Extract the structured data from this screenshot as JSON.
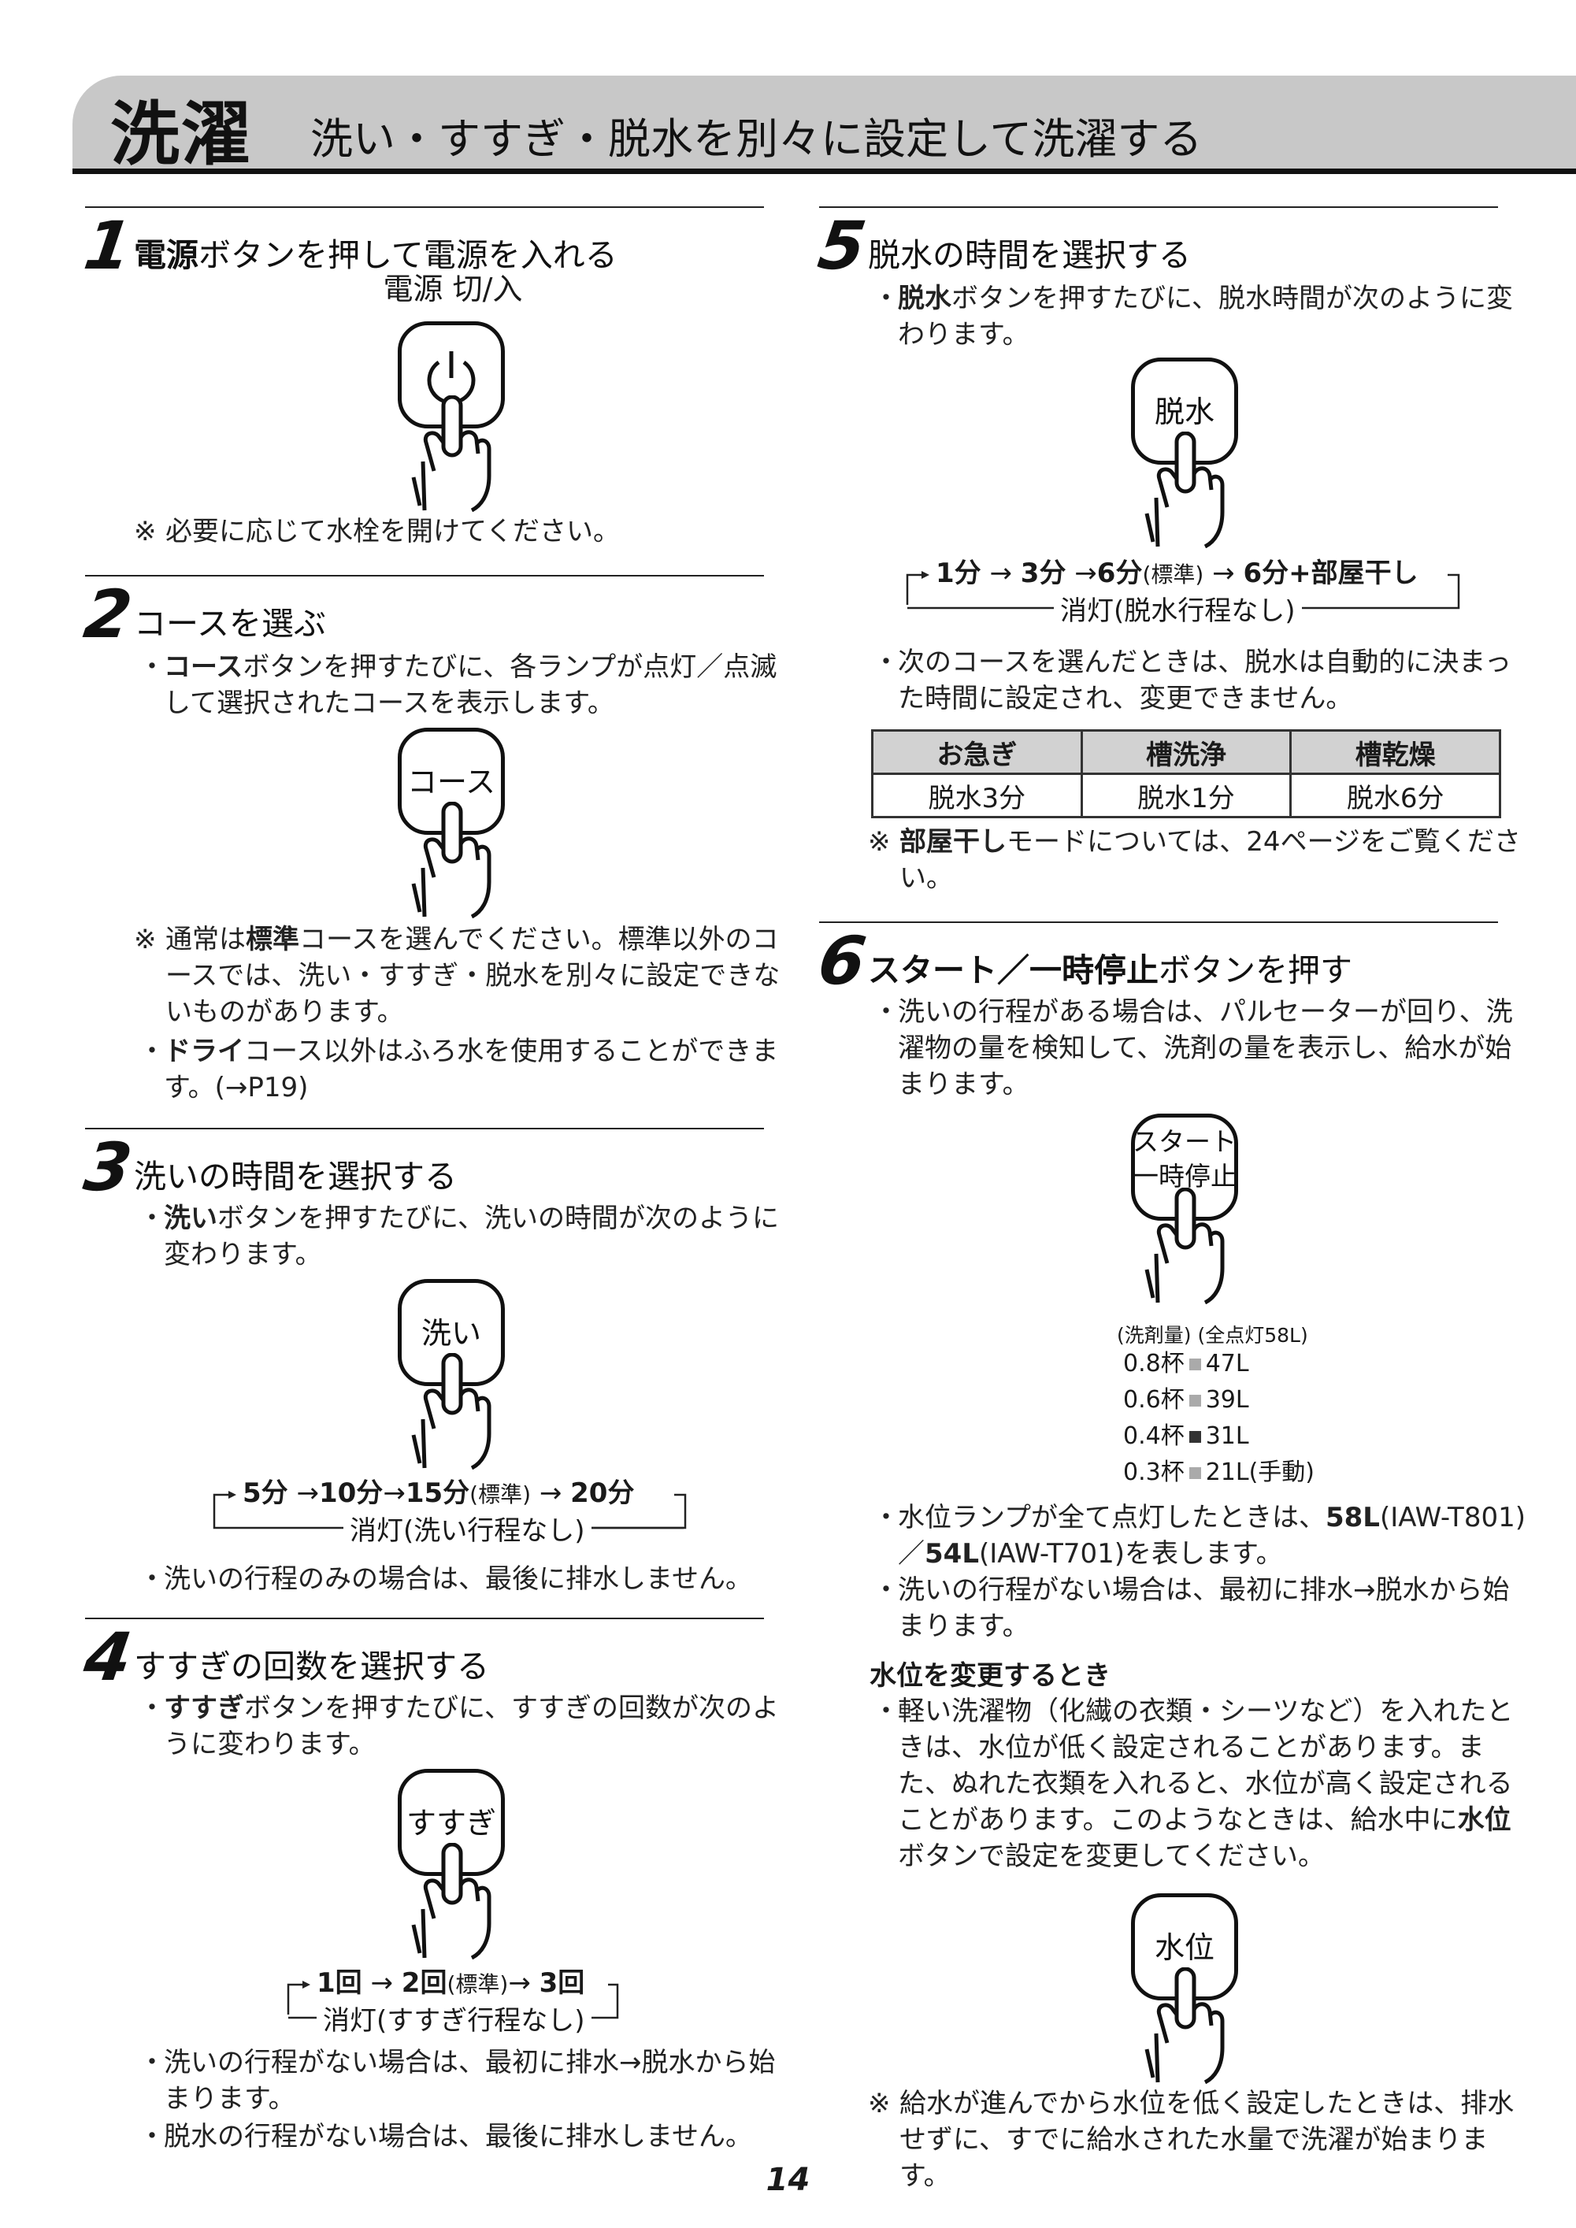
{
  "header": {
    "main": "洗濯",
    "sub": "洗い・すすぎ・脱水を別々に設定して洗濯する"
  },
  "step1": {
    "num": "1",
    "title_bold": "電源",
    "title_rest": "ボタンを押して電源を入れる",
    "button_caption": "電源 切/入",
    "button_icon": "power-icon",
    "note": "必要に応じて水栓を開けてください。"
  },
  "step2": {
    "num": "2",
    "title": "コースを選ぶ",
    "bullet1_bold": "コース",
    "bullet1_rest": "ボタンを押すたびに、各ランプが点灯／点滅して選択されたコースを表示します。",
    "button_text": "コース",
    "note_pre": "通常は",
    "note_bold": "標準",
    "note_rest": "コースを選んでください。標準以外のコースでは、洗い・すすぎ・脱水を別々に設定できないものがあります。",
    "bullet2_bold": "ドライ",
    "bullet2_rest": "コース以外はふろ水を使用することができます。(→P19)"
  },
  "step3": {
    "num": "3",
    "title": "洗いの時間を選択する",
    "bullet_bold": "洗い",
    "bullet_rest": "ボタンを押すたびに、洗いの時間が次のように変わります。",
    "button_text": "洗い",
    "cycle_a": "5分",
    "cycle_b": "10分",
    "cycle_c": "15分",
    "cycle_c_note": "(標準)",
    "cycle_d": "20分",
    "cycle_off": "消灯(洗い行程なし)",
    "bullet2": "洗いの行程のみの場合は、最後に排水しません。"
  },
  "step4": {
    "num": "4",
    "title": "すすぎの回数を選択する",
    "bullet_bold": "すすぎ",
    "bullet_rest": "ボタンを押すたびに、すすぎの回数が次のように変わります。",
    "button_text": "すすぎ",
    "cycle_a": "1回",
    "cycle_b": "2回",
    "cycle_b_note": "(標準)",
    "cycle_c": "3回",
    "cycle_off": "消灯(すすぎ行程なし)",
    "bullet2": "洗いの行程がない場合は、最初に排水→脱水から始まります。",
    "bullet3": "脱水の行程がない場合は、最後に排水しません。"
  },
  "step5": {
    "num": "5",
    "title": "脱水の時間を選択する",
    "bullet_bold": "脱水",
    "bullet_rest": "ボタンを押すたびに、脱水時間が次のように変わります。",
    "button_text": "脱水",
    "cycle_a": "1分",
    "cycle_b": "3分",
    "cycle_c": "6分",
    "cycle_c_note": "(標準)",
    "cycle_d": "6分+部屋干し",
    "cycle_off": "消灯(脱水行程なし)",
    "bullet2": "次のコースを選んだときは、脱水は自動的に決まった時間に設定され、変更できません。",
    "table": {
      "headers": [
        "お急ぎ",
        "槽洗浄",
        "槽乾燥"
      ],
      "values": [
        "脱水3分",
        "脱水1分",
        "脱水6分"
      ]
    },
    "note_bold": "部屋干し",
    "note_rest": "モードについては、24ページをご覧ください。"
  },
  "step6": {
    "num": "6",
    "title_bold": "スタート／一時停止",
    "title_rest": "ボタンを押す",
    "bullet1": "洗いの行程がある場合は、パルセーターが回り、洗濯物の量を検知して、洗剤の量を表示し、給水が始まります。",
    "button_line1": "スタート",
    "button_line2": "一時停止",
    "level_header": "(洗剤量) (全点灯58L)",
    "levels": [
      {
        "amount": "0.8杯",
        "liters": "47L"
      },
      {
        "amount": "0.6杯",
        "liters": "39L"
      },
      {
        "amount": "0.4杯",
        "liters": "31L"
      },
      {
        "amount": "0.3杯",
        "liters": "21L(手動)"
      }
    ],
    "bullet2_pre": "水位ランプが全て点灯したときは、",
    "bullet2_b1": "58L",
    "bullet2_m1": "(IAW-T801)／",
    "bullet2_b2": "54L",
    "bullet2_m2": "(IAW-T701)を表します。",
    "bullet3": "洗いの行程がない場合は、最初に排水→脱水から始まります。",
    "subheading": "水位を変更するとき",
    "bullet4_pre": "軽い洗濯物（化繊の衣類・シーツなど）を入れたときは、水位が低く設定されることがあります。また、ぬれた衣類を入れると、水位が高く設定されることがあります。このようなときは、給水中に",
    "bullet4_bold": "水位",
    "bullet4_rest": "ボタンで設定を変更してください。",
    "button2_text": "水位",
    "note": "給水が進んでから水位を低く設定したときは、排水せずに、すでに給水された水量で洗濯が始まります。"
  },
  "marks": {
    "bullet": "・",
    "note": "※",
    "arrow": "→"
  },
  "page_number": "14"
}
